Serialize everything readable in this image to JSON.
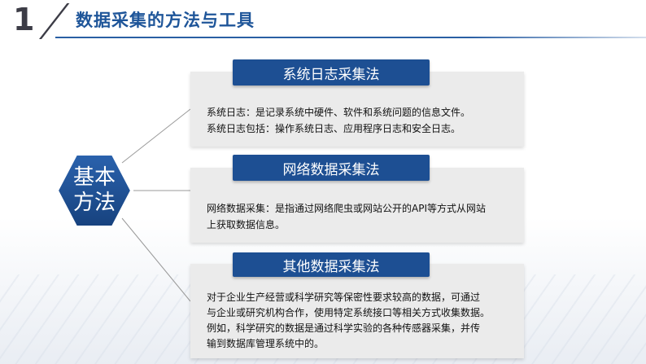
{
  "header": {
    "section_number": "1",
    "title": "数据采集的方法与工具"
  },
  "hexagon": {
    "label_line1": "基本",
    "label_line2": "方法"
  },
  "methods": [
    {
      "tab_label": "系统日志采集法",
      "lines": [
        "系统日志：是记录系统中硬件、软件和系统问题的信息文件。",
        "系统日志包括：操作系统日志、应用程序日志和安全日志。"
      ]
    },
    {
      "tab_label": "网络数据采集法",
      "lines": [
        "网络数据采集：是指通过网络爬虫或网站公开的API等方式从网站",
        "上获取数据信息。"
      ]
    },
    {
      "tab_label": "其他数据采集法",
      "lines": [
        "对于企业生产经营或科学研究等保密性要求较高的数据，可通过",
        "与企业或研究机构合作，使用特定系统接口等相关方式收集数据。",
        "例如，科学研究的数据是通过科学实验的各种传感器采集，并传",
        "输到数据库管理系统中的。"
      ]
    }
  ],
  "colors": {
    "accent_blue": "#1d4f93",
    "title_blue": "#1e5599",
    "card_gray": "#ebebeb"
  }
}
